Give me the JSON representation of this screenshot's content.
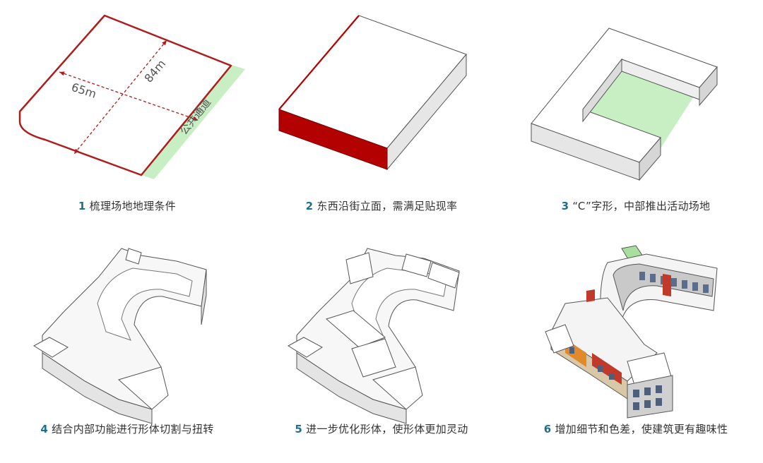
{
  "panels": [
    {
      "num": "1",
      "text": "梳理场地地理条件"
    },
    {
      "num": "2",
      "text": "东西沿街立面，需满足贴现率"
    },
    {
      "num": "3",
      "text": "“C”字形，中部推出活动场地"
    },
    {
      "num": "4",
      "text": "结合内部功能进行形体切割与扭转"
    },
    {
      "num": "5",
      "text": "进一步优化形体，使形体更加灵动"
    },
    {
      "num": "6",
      "text": "增加细节和色差，使建筑更有趣味性"
    }
  ],
  "site": {
    "width_label": "65m",
    "depth_label": "84m",
    "road_label": "公共通道"
  },
  "colors": {
    "site_outline": "#b01c1c",
    "street_facade": "#b30000",
    "green_space": "#c8efc4",
    "caption_number": "#1f6f8b",
    "caption_text": "#333333",
    "mass_top": "#ffffff",
    "mass_side": "#e6e6e6",
    "mass_edge": "#555555"
  }
}
